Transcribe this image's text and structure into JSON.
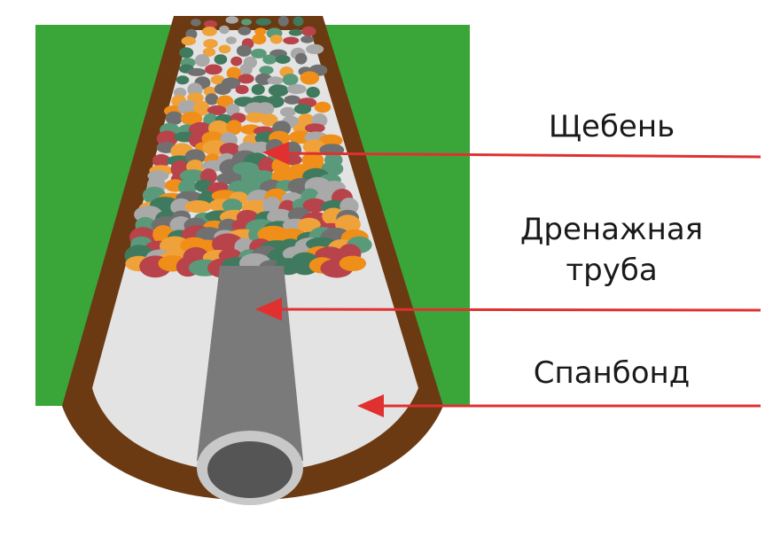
{
  "labels": {
    "gravel": "Щебень",
    "pipe_line1": "Дренажная",
    "pipe_line2": "труба",
    "spunbond": "Спанбонд"
  },
  "colors": {
    "ground": "#3aa63a",
    "trench_wall": "#6b3a12",
    "spunbond": "#e3e3e3",
    "pipe": "#7a7a7a",
    "pipe_rim": "#c8c8c8",
    "pipe_hole": "#555555",
    "arrow": "#e03030",
    "stones": [
      "#f0a23a",
      "#b8434a",
      "#3f7a5e",
      "#707070",
      "#a9a9a9",
      "#ef8f1a",
      "#5a9a7a"
    ]
  },
  "icons": {
    "arrow_gravel": "arrow-left-icon",
    "arrow_pipe": "arrow-left-icon",
    "arrow_spunbond": "arrow-left-icon"
  }
}
